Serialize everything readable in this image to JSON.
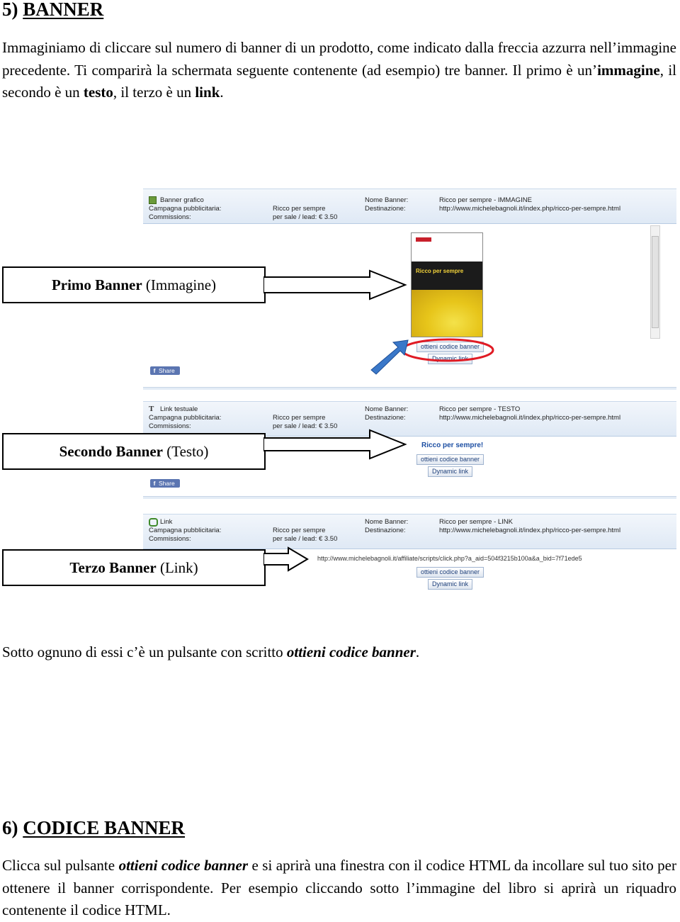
{
  "section5": {
    "number": "5)",
    "title": "BANNER",
    "intro_1": "Immaginiamo di cliccare sul numero di banner di un prodotto, come indicato dalla freccia azzurra nell’immagine precedente. Ti comparirà la schermata seguente contenente (ad esempio) tre banner. Il primo è un’",
    "intro_bold_1": "immagine",
    "intro_2": ", il secondo è un ",
    "intro_bold_2": "testo",
    "intro_3": ", il terzo è un ",
    "intro_bold_3": "link",
    "intro_4": ".",
    "outro_1": "Sotto ognuno di essi c’è un pulsante con scritto ",
    "outro_em": "ottieni codice banner",
    "outro_2": "."
  },
  "callouts": {
    "first_bold": "Primo Banner",
    "first_rest": " (Immagine)",
    "second_bold": "Secondo Banner",
    "second_rest": " (Testo)",
    "third_bold": "Terzo Banner",
    "third_rest": " (Link)"
  },
  "panels": {
    "labels": {
      "campaign": "Campagna pubblicitaria:",
      "commissions": "Commissions:",
      "campaign_value": "Ricco per sempre",
      "commission_value": "per sale / lead: € 3.50",
      "banner_name": "Nome Banner:",
      "destination": "Destinazione:",
      "destination_url": "http://www.michelebagnoli.it/index.php/ricco-per-sempre.html"
    },
    "image_banner": {
      "type": "Banner grafico",
      "name": "Ricco per sempre - IMMAGINE"
    },
    "text_banner": {
      "type": "Link testuale",
      "name": "Ricco per sempre - TESTO",
      "text": "Ricco per sempre!"
    },
    "link_banner": {
      "type": "Link",
      "name": "Ricco per sempre - LINK",
      "url": "http://www.michelebagnoli.it/affiliate/scripts/click.php?a_aid=504f3215b100a&a_bid=7f71ede5"
    },
    "get_code_button": "ottieni codice banner",
    "dynamic_link_button": "Dynamic link",
    "share_button": "Share",
    "book_title": "Ricco per sempre"
  },
  "section6": {
    "number": "6)",
    "title": "CODICE BANNER",
    "p_1": "Clicca sul pulsante ",
    "p_em": "ottieni codice banner",
    "p_2": " e si aprirà una finestra con il codice HTML da incollare sul tuo sito per ottenere il banner corrispondente. Per esempio cliccando sotto l’immagine del libro si aprirà un riquadro contenente il codice HTML."
  },
  "colors": {
    "highlight_ellipse": "#e01b24",
    "blue_arrow": "#3a78c9",
    "header_blue": "#dfe9f5"
  }
}
